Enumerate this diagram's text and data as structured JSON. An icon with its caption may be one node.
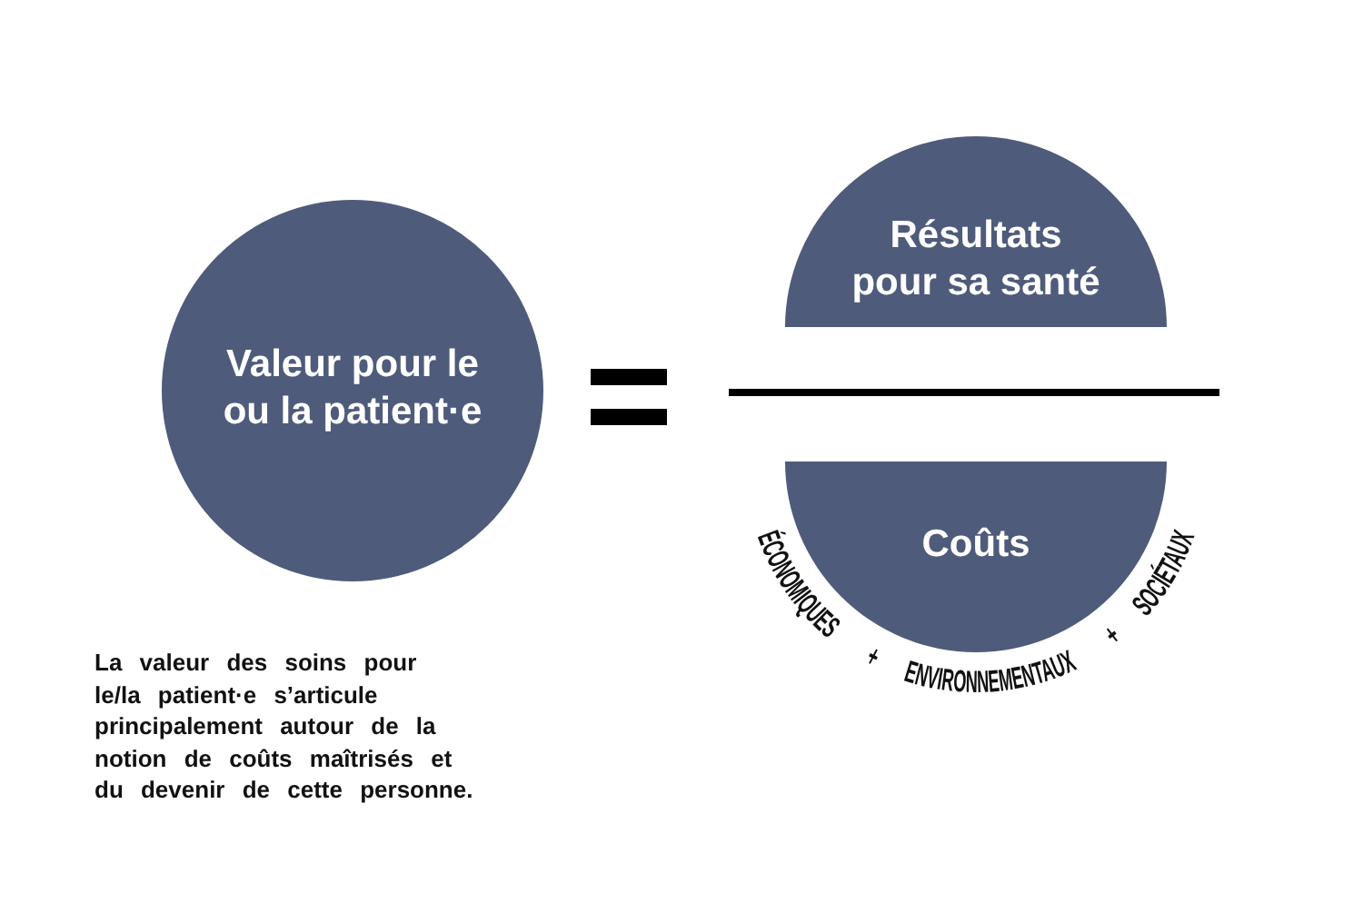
{
  "diagram": {
    "nodes": [
      {
        "text": [
          "Valeur pour le ou la patient·e"
        ]
      },
      {
        "text": [
          "Résultats pour sa santé"
        ]
      },
      {
        "text": [
          "Coûts",
          "ÉCONOMIQUES + ENVIRONNEMENTAUX + SOCIÉTAUX"
        ]
      }
    ],
    "labels": [
      "La valeur des soins pour le/la patient·e s’articule principalement autour de la notion de coûts maîtrisés et du devenir de cette personne."
    ]
  }
}
